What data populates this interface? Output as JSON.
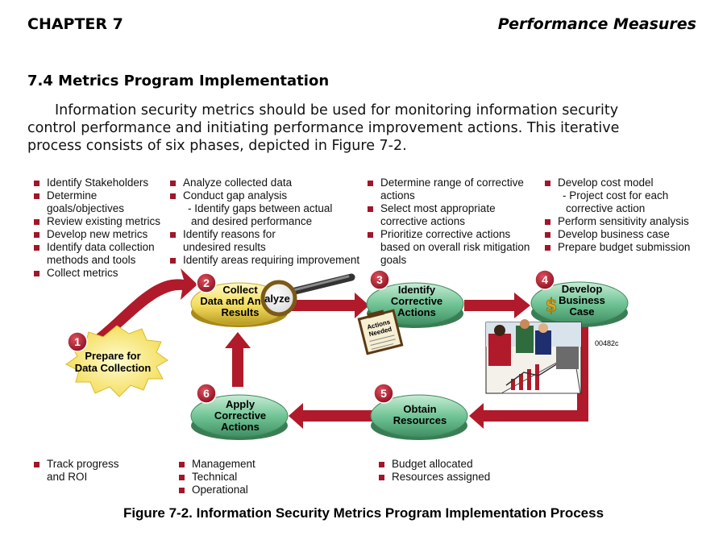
{
  "header": {
    "chapter": "CHAPTER 7",
    "title": "Performance Measures"
  },
  "section": {
    "heading": "7.4  Metrics Program Implementation"
  },
  "intro": {
    "line1": "Information security metrics should be used for monitoring information security",
    "line2": "control performance and initiating performance improvement actions. This iterative",
    "line3": "process consists of six phases, depicted in Figure 7-2."
  },
  "lists": {
    "phase1": [
      "Identify Stakeholders",
      "Determine",
      "goals/objectives",
      "Review existing metrics",
      "Develop new metrics",
      "Identify data collection",
      "methods and tools",
      "Collect metrics"
    ],
    "phase2": [
      "Analyze collected data",
      "Conduct gap analysis",
      "- Identify gaps between actual",
      "and desired performance",
      "Identify reasons for",
      "undesired results",
      "Identify areas requiring improvement"
    ],
    "phase3": [
      "Determine range of corrective",
      "actions",
      "Select most appropriate",
      "corrective actions",
      "Prioritize corrective actions",
      "based on overall risk mitigation",
      "goals"
    ],
    "phase4": [
      "Develop cost model",
      "- Project cost for each",
      "corrective action",
      "Perform sensitivity analysis",
      "Develop business case",
      "Prepare budget submission"
    ],
    "phase6_left": [
      "Track progress",
      "and ROI"
    ],
    "phase6_right": [
      "Management",
      "Technical",
      "Operational"
    ],
    "phase5": [
      "Budget allocated",
      "Resources assigned"
    ]
  },
  "diagram": {
    "phases": [
      {
        "num": "1",
        "line1": "Prepare for",
        "line2": "Data Collection"
      },
      {
        "num": "2",
        "line1": "Collect",
        "line2": "Data and An",
        "line2b": "alyze",
        "line3": "Results"
      },
      {
        "num": "3",
        "line1": "Identify",
        "line2": "Corrective",
        "line3": "Actions"
      },
      {
        "num": "4",
        "line1": "Develop",
        "line2": "Business",
        "line3": "Case"
      },
      {
        "num": "5",
        "line1": "Obtain",
        "line2": "Resources"
      },
      {
        "num": "6",
        "line1": "Apply",
        "line2": "Corrective",
        "line3": "Actions"
      }
    ],
    "note_line1": "Actions",
    "note_line2": "Needed",
    "dollar": "$",
    "code": "00482c",
    "colors": {
      "red": "#b01a2a",
      "green": "#6cbf92",
      "yellow": "#f3e06a",
      "burst": "#fff27a"
    }
  },
  "caption": "Figure 7-2. Information Security Metrics Program Implementation Process"
}
